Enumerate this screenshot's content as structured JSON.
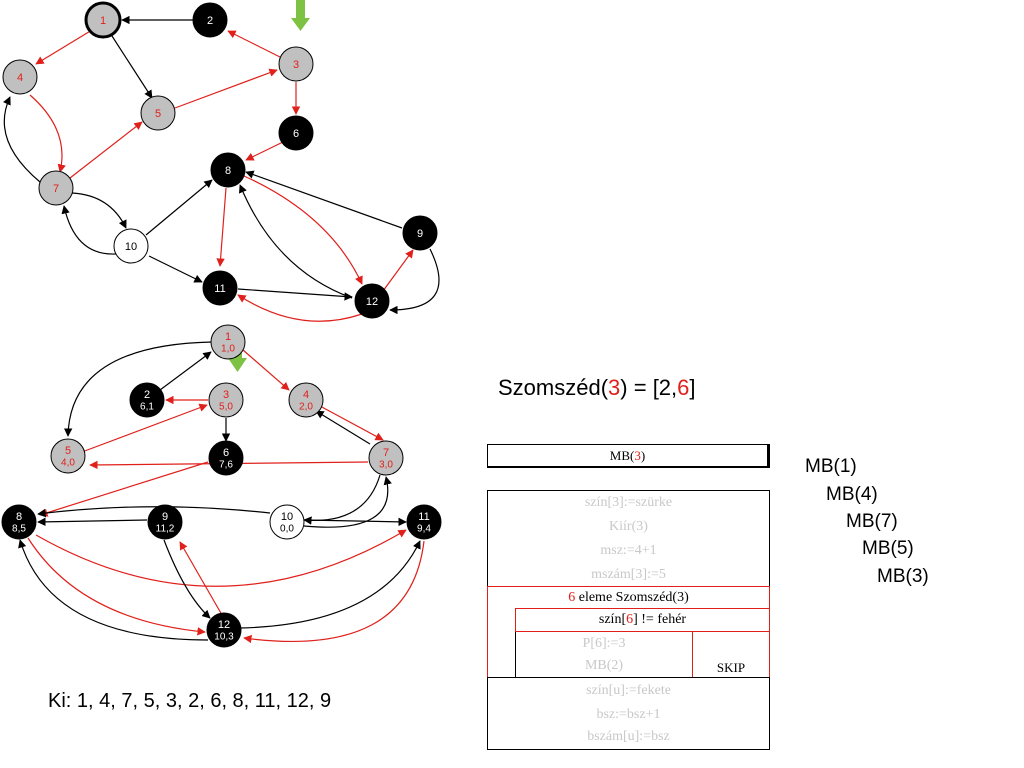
{
  "top_graph": {
    "nodes": [
      {
        "id": "1",
        "fill": "#c0c0c0",
        "label_color": "#e0201b",
        "bold_border": true
      },
      {
        "id": "2",
        "fill": "#000000",
        "label_color": "#ffffff"
      },
      {
        "id": "3",
        "fill": "#c0c0c0",
        "label_color": "#e0201b"
      },
      {
        "id": "4",
        "fill": "#c0c0c0",
        "label_color": "#e0201b"
      },
      {
        "id": "5",
        "fill": "#c0c0c0",
        "label_color": "#e0201b"
      },
      {
        "id": "6",
        "fill": "#000000",
        "label_color": "#ffffff"
      },
      {
        "id": "7",
        "fill": "#c0c0c0",
        "label_color": "#e0201b"
      },
      {
        "id": "8",
        "fill": "#000000",
        "label_color": "#ffffff"
      },
      {
        "id": "9",
        "fill": "#000000",
        "label_color": "#ffffff"
      },
      {
        "id": "10",
        "fill": "#ffffff",
        "label_color": "#000000"
      },
      {
        "id": "11",
        "fill": "#000000",
        "label_color": "#ffffff"
      },
      {
        "id": "12",
        "fill": "#000000",
        "label_color": "#ffffff"
      }
    ]
  },
  "bottom_graph": {
    "nodes": [
      {
        "id": "1",
        "sub": "1,0",
        "fill": "#c0c0c0",
        "label_color": "#e0201b"
      },
      {
        "id": "2",
        "sub": "6,1",
        "fill": "#000000",
        "label_color": "#ffffff"
      },
      {
        "id": "3",
        "sub": "5,0",
        "fill": "#c0c0c0",
        "label_color": "#e0201b"
      },
      {
        "id": "4",
        "sub": "2,0",
        "fill": "#c0c0c0",
        "label_color": "#e0201b"
      },
      {
        "id": "5",
        "sub": "4,0",
        "fill": "#c0c0c0",
        "label_color": "#e0201b"
      },
      {
        "id": "6",
        "sub": "7,6",
        "fill": "#000000",
        "label_color": "#ffffff"
      },
      {
        "id": "7",
        "sub": "3,0",
        "fill": "#c0c0c0",
        "label_color": "#e0201b"
      },
      {
        "id": "8",
        "sub": "8,5",
        "fill": "#000000",
        "label_color": "#ffffff"
      },
      {
        "id": "9",
        "sub": "11,2",
        "fill": "#000000",
        "label_color": "#ffffff"
      },
      {
        "id": "10",
        "sub": "0,0",
        "fill": "#ffffff",
        "label_color": "#000000"
      },
      {
        "id": "11",
        "sub": "9,4",
        "fill": "#000000",
        "label_color": "#ffffff"
      },
      {
        "id": "12",
        "sub": "10,3",
        "fill": "#000000",
        "label_color": "#ffffff"
      }
    ]
  },
  "colors": {
    "red": "#e0201b",
    "green_arrow": "#7dc242",
    "grey_node": "#c0c0c0",
    "grey_text": "#c8c8c8"
  },
  "output": {
    "label": "Ki: 1, 4, 7, 5, 3, 2, 6, 8, 11, 12, 9"
  },
  "szomszed": {
    "prefix": "Szomszéd(",
    "arg": "3",
    "mid": ") = [2,",
    "red_item": "6",
    "suffix": "]"
  },
  "call_stack": [
    "MB(1)",
    "MB(4)",
    "MB(7)",
    "MB(5)",
    "MB(3)"
  ],
  "pseudo": {
    "header_prefix": "MB(",
    "header_arg": "3",
    "header_suffix": ")",
    "line1": "szín[3]:=szürke",
    "line2": "Kiír(3)",
    "line3": "msz:=4+1",
    "line4": "mszám[3]:=5",
    "loop_prefix": "6",
    "loop_rest": " eleme Szomszéd(3)",
    "cond_prefix": "szín[",
    "cond_arg": "6",
    "cond_suffix": "] != fehér",
    "then1": "P[6]:=3",
    "then2": "MB(2)",
    "else": "SKIP",
    "after1": "szín[u]:=fekete",
    "after2": "bsz:=bsz+1",
    "after3": "bszám[u]:=bsz"
  }
}
